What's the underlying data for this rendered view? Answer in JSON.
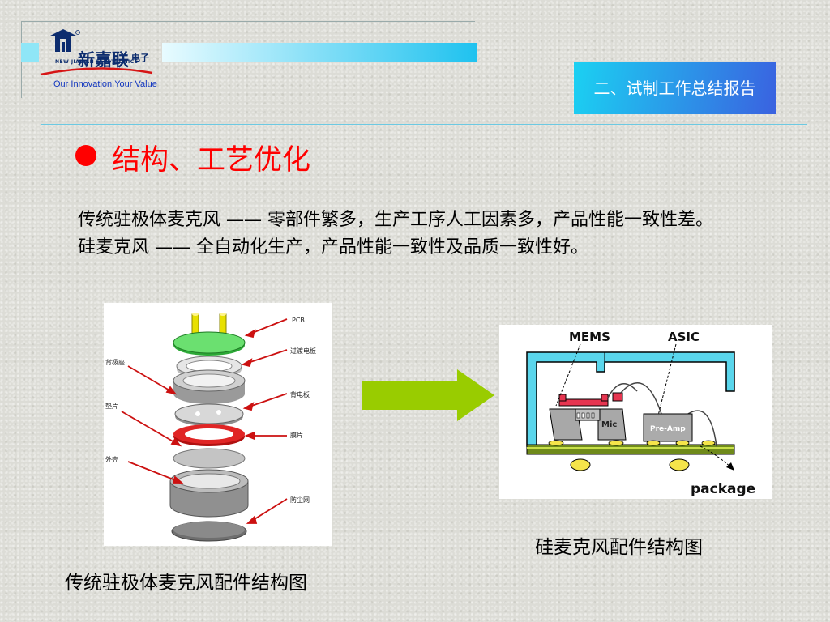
{
  "header": {
    "logo_name_cn": "新嘉联",
    "logo_sub_cn": "电子",
    "logo_name_en": "NEW JIALIAN ELECTRONICS",
    "logo_tagline": "Our Innovation,Your Value",
    "section_label": "二、试制工作总结报告"
  },
  "title": "结构、工艺优化",
  "body": {
    "line1": "传统驻极体麦克风 —— 零部件繁多，生产工序人工因素多，产品性能一致性差。",
    "line2": "硅麦克风 —— 全自动化生产，产品性能一致性及品质一致性好。"
  },
  "figure_left": {
    "caption": "传统驻极体麦克风配件结构图",
    "labels": {
      "pcb": "PCB",
      "transfer_board": "过渡电板",
      "back_seat": "背极座",
      "back_plate": "背电板",
      "spacer": "垫片",
      "membrane": "膜片",
      "shell": "外壳",
      "dust_net": "防尘网"
    }
  },
  "figure_right": {
    "caption": "硅麦克风配件结构图",
    "labels": {
      "mems": "MEMS",
      "asic": "ASIC",
      "mic": "Mic",
      "preamp": "Pre-Amp",
      "package": "package"
    }
  },
  "colors": {
    "title_red": "#ff0000",
    "accent_cyan": "#1fc2ef",
    "arrow_green": "#99cc00"
  }
}
